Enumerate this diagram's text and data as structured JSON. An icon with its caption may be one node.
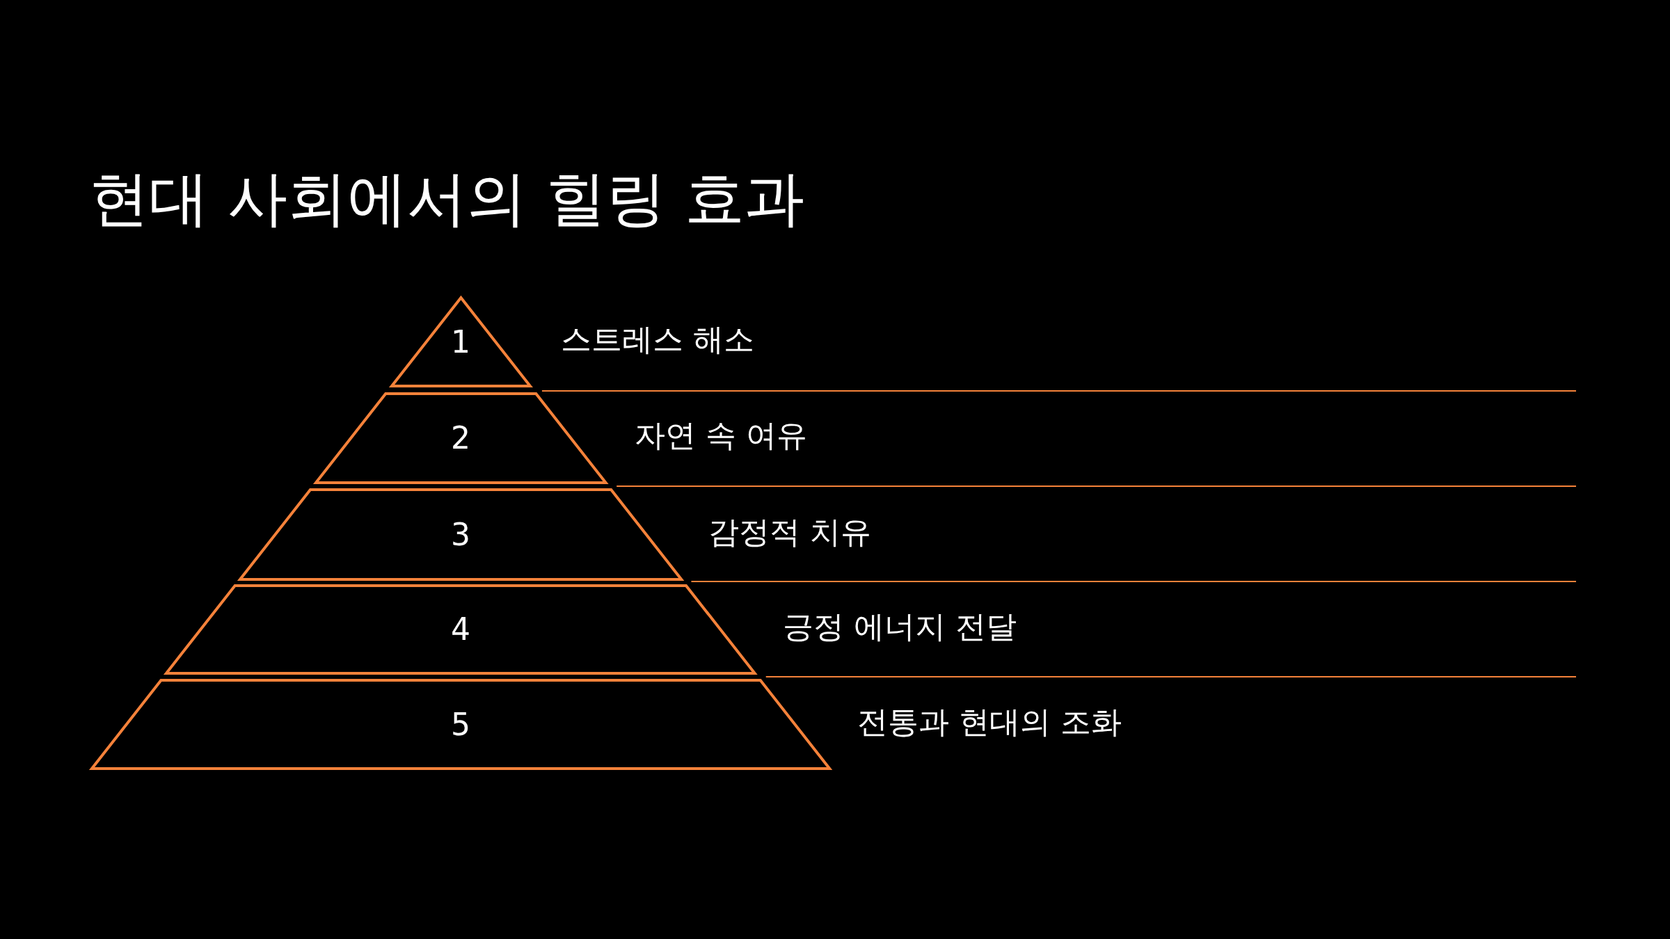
{
  "diagram": {
    "title": "현대 사회에서의 힐링 효과",
    "nodes": [
      {
        "text": [
          "1"
        ],
        "beside": [
          "스트레스 해소"
        ]
      },
      {
        "text": [
          "2"
        ],
        "beside": [
          "자연 속 여유"
        ]
      },
      {
        "text": [
          "3"
        ],
        "beside": [
          "감정적 치유"
        ]
      },
      {
        "text": [
          "4"
        ],
        "beside": [
          "긍정 에너지 전달"
        ]
      },
      {
        "text": [
          "5"
        ],
        "beside": [
          "전통과 현대의 조화"
        ]
      }
    ]
  }
}
